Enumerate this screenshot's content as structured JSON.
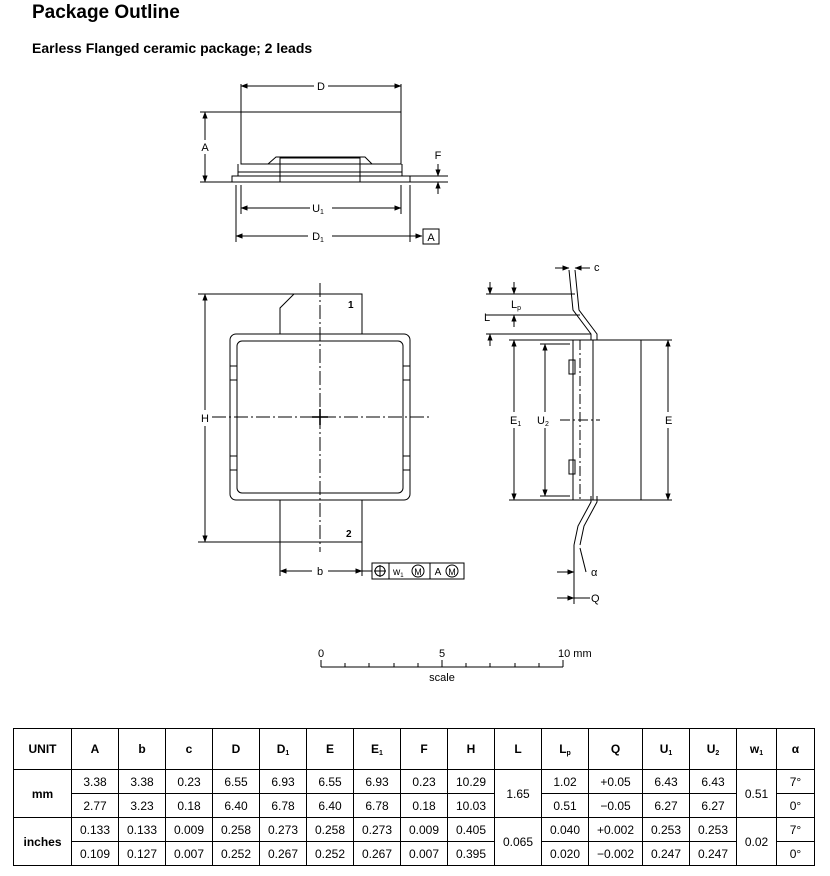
{
  "title": "Package Outline",
  "subtitle": "Earless Flanged ceramic package; 2 leads",
  "labels": {
    "D": "D",
    "A": "A",
    "F": "F",
    "U1": "U",
    "U1_sub": "1",
    "D1": "D",
    "D1_sub": "1",
    "datum_A": "A",
    "pin1": "1",
    "pin2": "2",
    "H": "H",
    "b": "b",
    "E1": "E",
    "E1_sub": "1",
    "U2": "U",
    "U2_sub": "2",
    "E": "E",
    "c": "c",
    "Lp": "L",
    "Lp_sub": "p",
    "L": "L",
    "alpha": "α",
    "Q": "Q",
    "tol_w1": "w",
    "tol_w1_sub": "1",
    "tol_M1": "M",
    "tol_A": "A",
    "tol_M2": "M"
  },
  "scale": {
    "tick0": "0",
    "tick5": "5",
    "tick10": "10 mm",
    "caption": "scale"
  },
  "table": {
    "headers": [
      {
        "t": "UNIT",
        "s": ""
      },
      {
        "t": "A",
        "s": ""
      },
      {
        "t": "b",
        "s": ""
      },
      {
        "t": "c",
        "s": ""
      },
      {
        "t": "D",
        "s": ""
      },
      {
        "t": "D",
        "s": "1"
      },
      {
        "t": "E",
        "s": ""
      },
      {
        "t": "E",
        "s": "1"
      },
      {
        "t": "F",
        "s": ""
      },
      {
        "t": "H",
        "s": ""
      },
      {
        "t": "L",
        "s": ""
      },
      {
        "t": "L",
        "s": "p"
      },
      {
        "t": "Q",
        "s": ""
      },
      {
        "t": "U",
        "s": "1"
      },
      {
        "t": "U",
        "s": "2"
      },
      {
        "t": "w",
        "s": "1"
      },
      {
        "t": "α",
        "s": ""
      }
    ],
    "rows": [
      {
        "unit": "mm",
        "max": [
          "3.38",
          "3.38",
          "0.23",
          "6.55",
          "6.93",
          "6.55",
          "6.93",
          "0.23",
          "10.29",
          null,
          "1.02",
          "+0.05",
          "6.43",
          "6.43",
          null,
          "7°"
        ],
        "min": [
          "2.77",
          "3.23",
          "0.18",
          "6.40",
          "6.78",
          "6.40",
          "6.78",
          "0.18",
          "10.03",
          null,
          "0.51",
          "−0.05",
          "6.27",
          "6.27",
          null,
          "0°"
        ],
        "single": {
          "9": "1.65",
          "14": "0.51"
        }
      },
      {
        "unit": "inches",
        "max": [
          "0.133",
          "0.133",
          "0.009",
          "0.258",
          "0.273",
          "0.258",
          "0.273",
          "0.009",
          "0.405",
          null,
          "0.040",
          "+0.002",
          "0.253",
          "0.253",
          null,
          "7°"
        ],
        "min": [
          "0.109",
          "0.127",
          "0.007",
          "0.252",
          "0.267",
          "0.252",
          "0.267",
          "0.007",
          "0.395",
          null,
          "0.020",
          "−0.002",
          "0.247",
          "0.247",
          null,
          "0°"
        ],
        "single": {
          "9": "0.065",
          "14": "0.02"
        }
      }
    ]
  }
}
